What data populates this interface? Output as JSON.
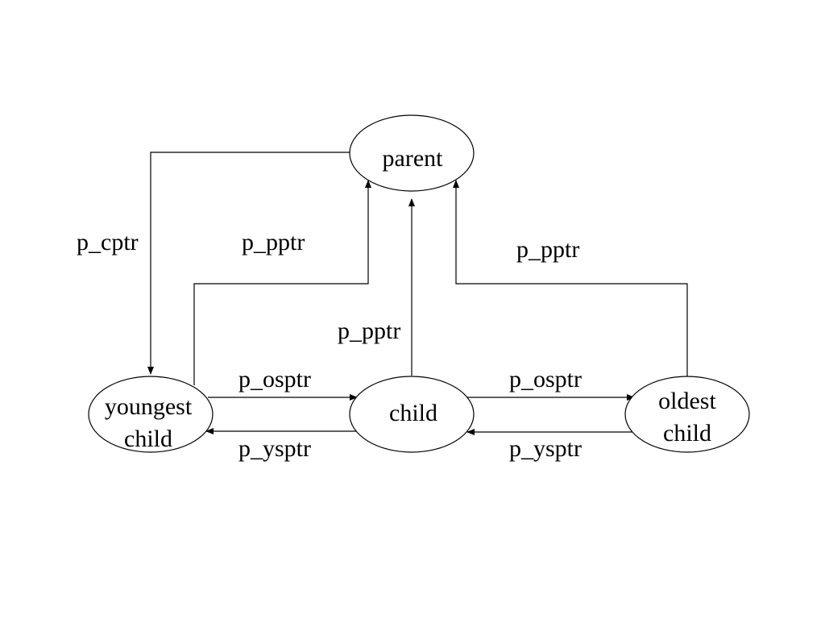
{
  "diagram": {
    "nodes": {
      "parent": {
        "lines": [
          "parent"
        ]
      },
      "youngest": {
        "lines": [
          "youngest",
          "child"
        ]
      },
      "child": {
        "lines": [
          "child"
        ]
      },
      "oldest": {
        "lines": [
          "oldest",
          "child"
        ]
      }
    },
    "edges": {
      "cptr": "p_cptr",
      "pptr_youngest": "p_pptr",
      "pptr_child": "p_pptr",
      "pptr_oldest": "p_pptr",
      "osptr_left": "p_osptr",
      "osptr_right": "p_osptr",
      "ysptr_left": "p_ysptr",
      "ysptr_right": "p_ysptr"
    }
  }
}
